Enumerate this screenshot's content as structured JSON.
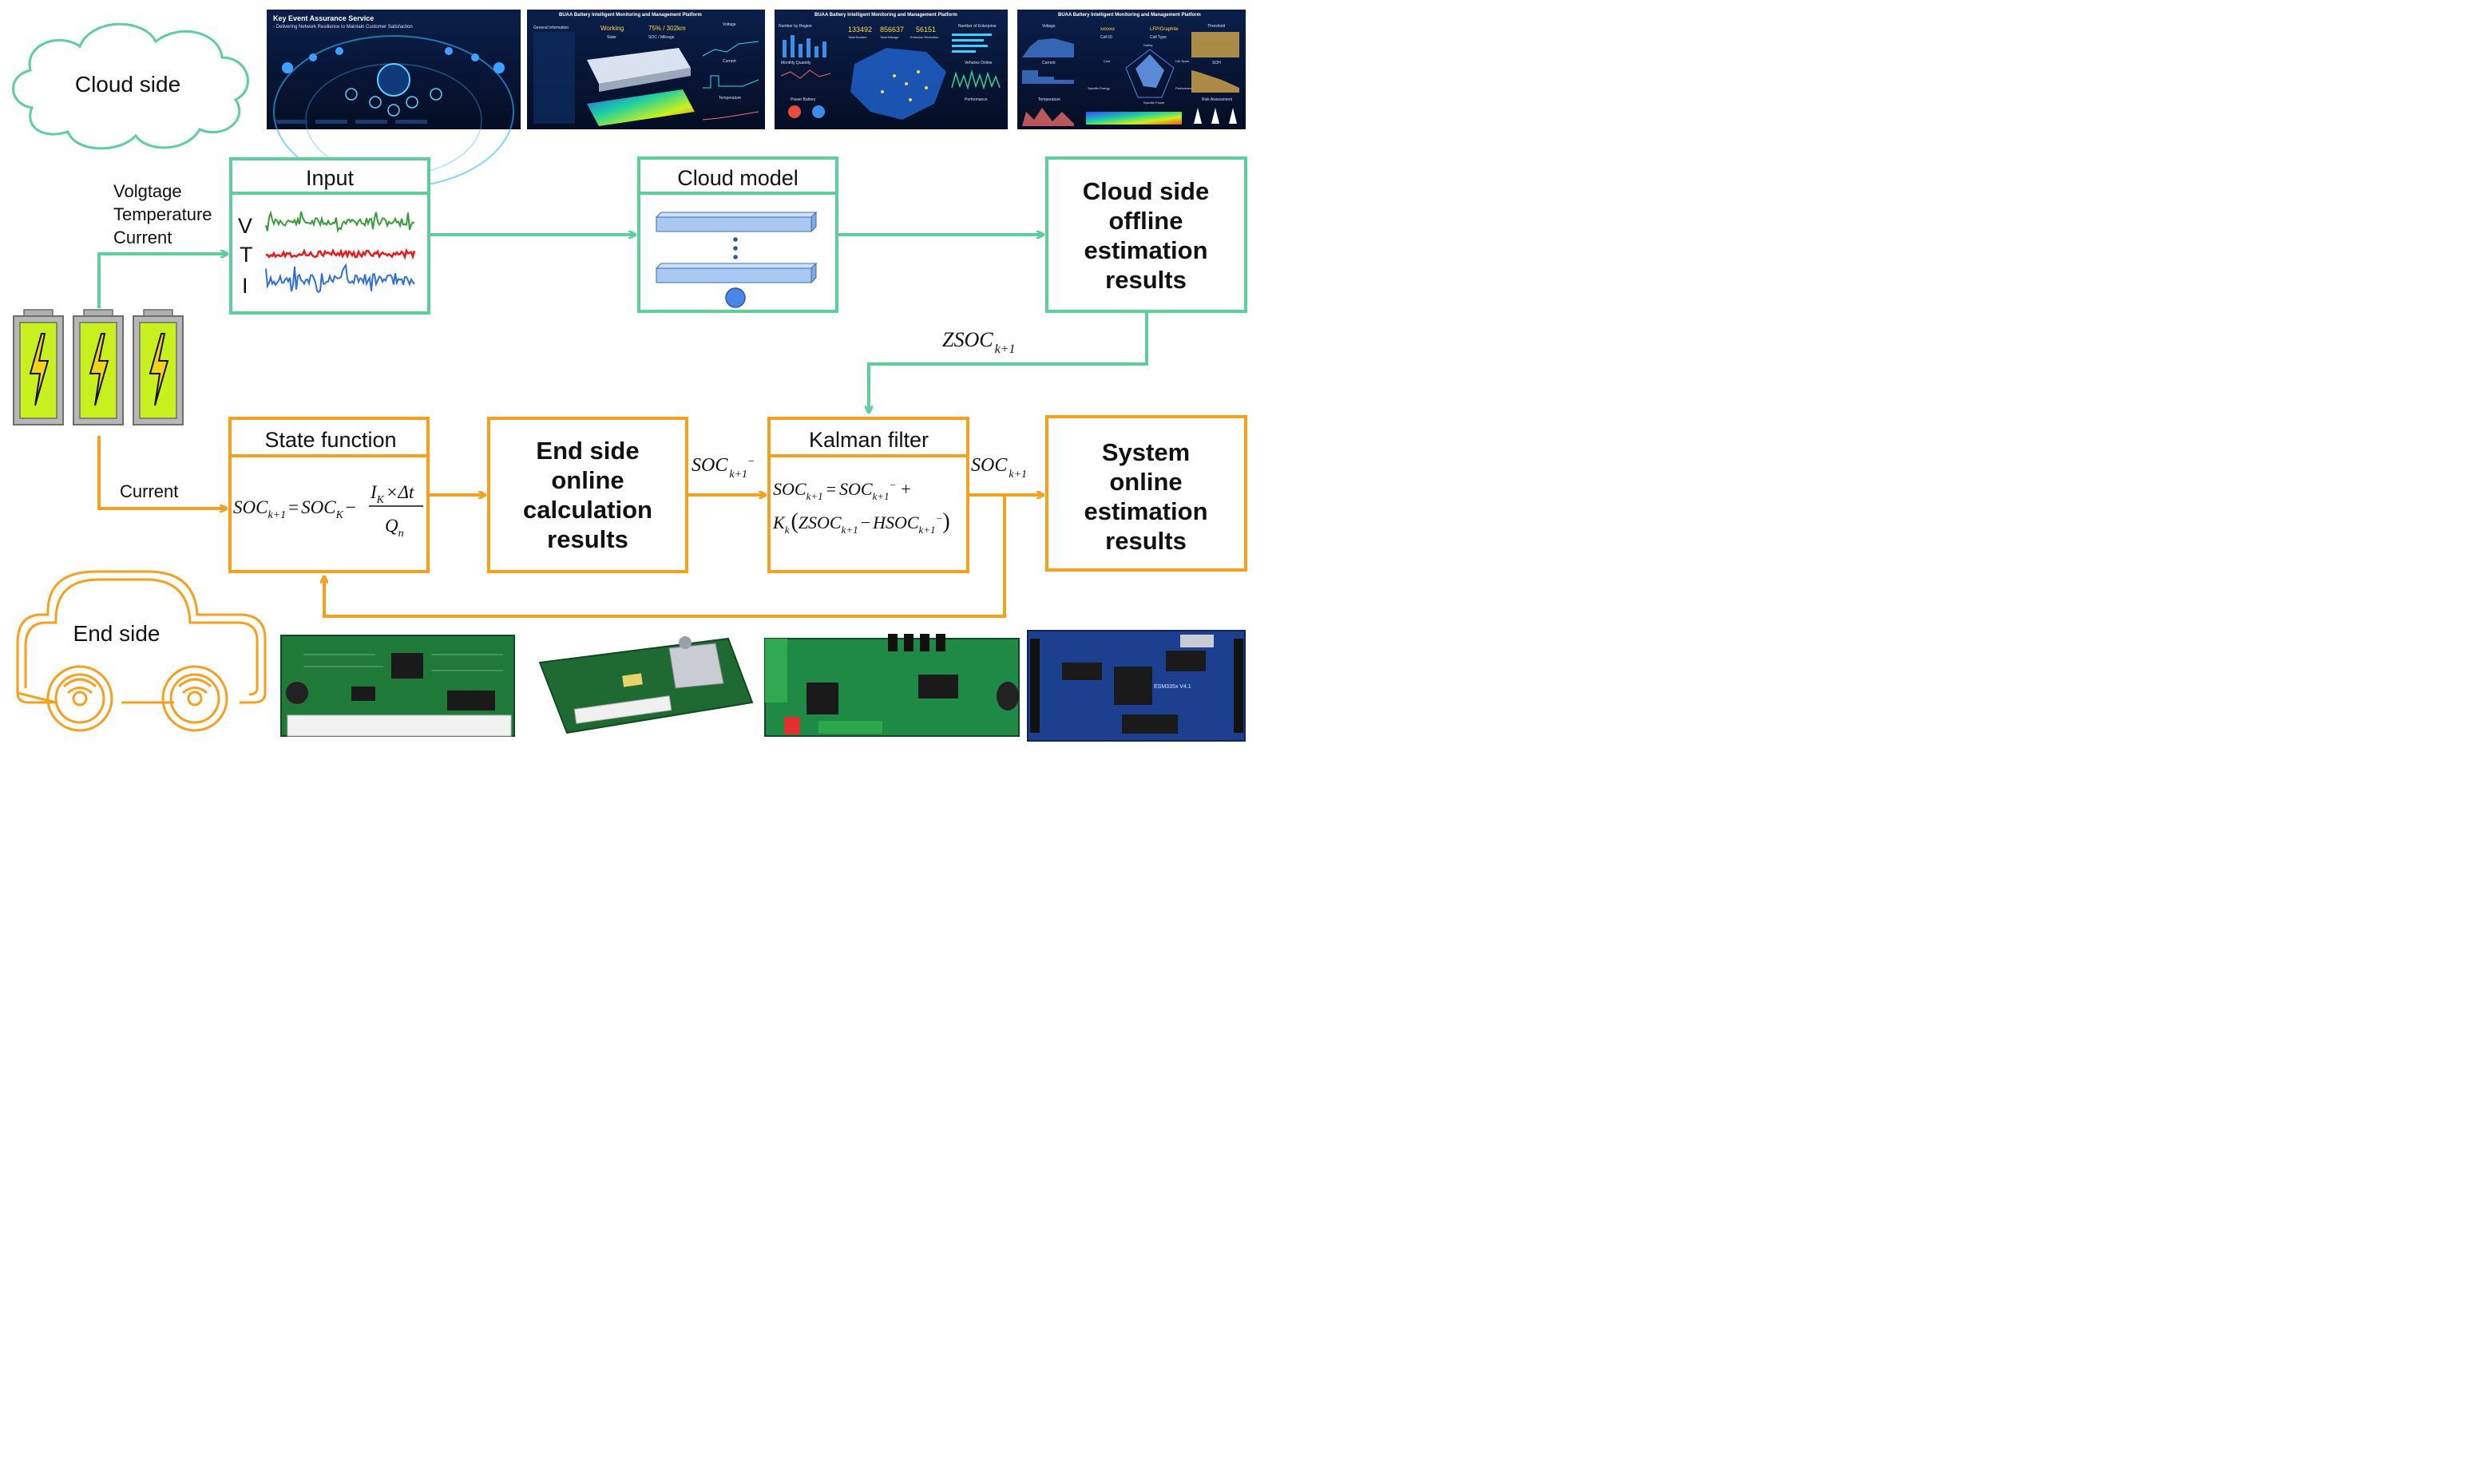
{
  "colors": {
    "green": "#5ccf9a",
    "orange": "#f5a01e",
    "battery_fill": "#c8f01e",
    "battery_frame": "#8a8a8a",
    "model_block": "#a9c8f2",
    "model_dot": "#4a86e8",
    "voltage_trace": "#3a9b3a",
    "temperature_trace": "#e81b1b",
    "current_trace": "#2f6fd6",
    "dashboard_bg": "#071a3a",
    "pcb_green": "#1f7a3a",
    "pcb_blue": "#1d3f8f"
  },
  "cloud": {
    "label": "Cloud side",
    "icon": "cloud-icon",
    "screens": [
      {
        "title": "Key Event Assurance Service",
        "subtitle": "- Delivering Network Resilience to Maintain Customer Satisfaction"
      },
      {
        "title": "BUAA Battery Intelligent Monitoring and Management Platform",
        "stat1": "Working",
        "stat2": "75% / 302km",
        "stat1_sub": "State",
        "stat2_sub": "SOC / Mileage",
        "side_title": "General Information",
        "chart1": "Voltage",
        "chart2": "Current",
        "chart3": "Temperature"
      },
      {
        "title": "BUAA Battery Intelligent Monitoring and Management Platform",
        "n1": "133492",
        "n2": "856637",
        "n3": "56151",
        "n1_sub": "Total Number",
        "n2_sub": "Total Mileage",
        "n3_sub": "Emission Reduction",
        "left1": "Number by Region",
        "left2": "Monthly Quantity",
        "left3": "Power Battery",
        "right1": "Number of Enterprise",
        "right2": "Vehicles Online",
        "right3": "Performance"
      },
      {
        "title": "BUAA Battery Intelligent Monitoring and Management Platform",
        "cell_id": "xxxxxx",
        "cell_type": "LFP/Graphite",
        "cell_id_sub": "Cell ID",
        "cell_type_sub": "Cell Type",
        "c1": "Voltage",
        "c2": "Current",
        "c3": "Temperature",
        "r1": "Threshold",
        "r2": "SOH",
        "r3": "Risk Assessment",
        "radar_top": "Safety",
        "radar_left": "Cost",
        "radar_right": "Life Span",
        "radar_bl": "Specific Energy",
        "radar_br": "Performance",
        "radar_bottom": "Specific Power"
      }
    ]
  },
  "input_box": {
    "title": "Input",
    "channels": [
      "V",
      "T",
      "I"
    ]
  },
  "signals_label": [
    "Volgtage",
    "Temperature",
    "Current"
  ],
  "cloud_model": {
    "title": "Cloud model"
  },
  "offline_results": {
    "lines": [
      "Cloud side",
      "offline",
      "estimation",
      "results"
    ]
  },
  "zsoc_label": {
    "base": "ZSOC",
    "sub": "k+1"
  },
  "current_label": "Current",
  "state_function": {
    "title": "State function",
    "lhs": "SOC",
    "lhs_sub": "k+1",
    "eq": "=",
    "soc": "SOC",
    "soc_sub": "K",
    "minus": "−",
    "num_i": "I",
    "num_i_sub": "K",
    "times": "×Δt",
    "den": "Q",
    "den_sub": "n"
  },
  "end_results": {
    "lines": [
      "End side",
      "online",
      "calculation",
      "results"
    ]
  },
  "soc_prior_label": {
    "base": "SOC",
    "sub": "k+1",
    "sup": "−"
  },
  "kalman": {
    "title": "Kalman filter",
    "line1": {
      "a": "SOC",
      "a_sub": "k+1",
      "eq": "=",
      "b": "SOC",
      "b_sub": "k+1",
      "b_sup": "−",
      "plus": "+"
    },
    "line2": {
      "k": "K",
      "k_sub": "k",
      "lp": "(",
      "z": "ZSOC",
      "z_sub": "k+1",
      "minus": "−",
      "h": "HSOC",
      "h_sub": "k+1",
      "h_sup": "−",
      "rp": ")"
    }
  },
  "soc_post_label": {
    "base": "SOC",
    "sub": "k+1"
  },
  "system_results": {
    "lines": [
      "System",
      "online",
      "estimation",
      "results"
    ]
  },
  "end": {
    "label": "End side",
    "icon": "car-icon",
    "boards": [
      "pcb-board-1",
      "pcb-board-2",
      "pcb-board-3",
      "pcb-board-4"
    ],
    "board4_text": "ESM335x V4.1"
  },
  "batteries": [
    "battery-icon",
    "battery-icon",
    "battery-icon"
  ]
}
